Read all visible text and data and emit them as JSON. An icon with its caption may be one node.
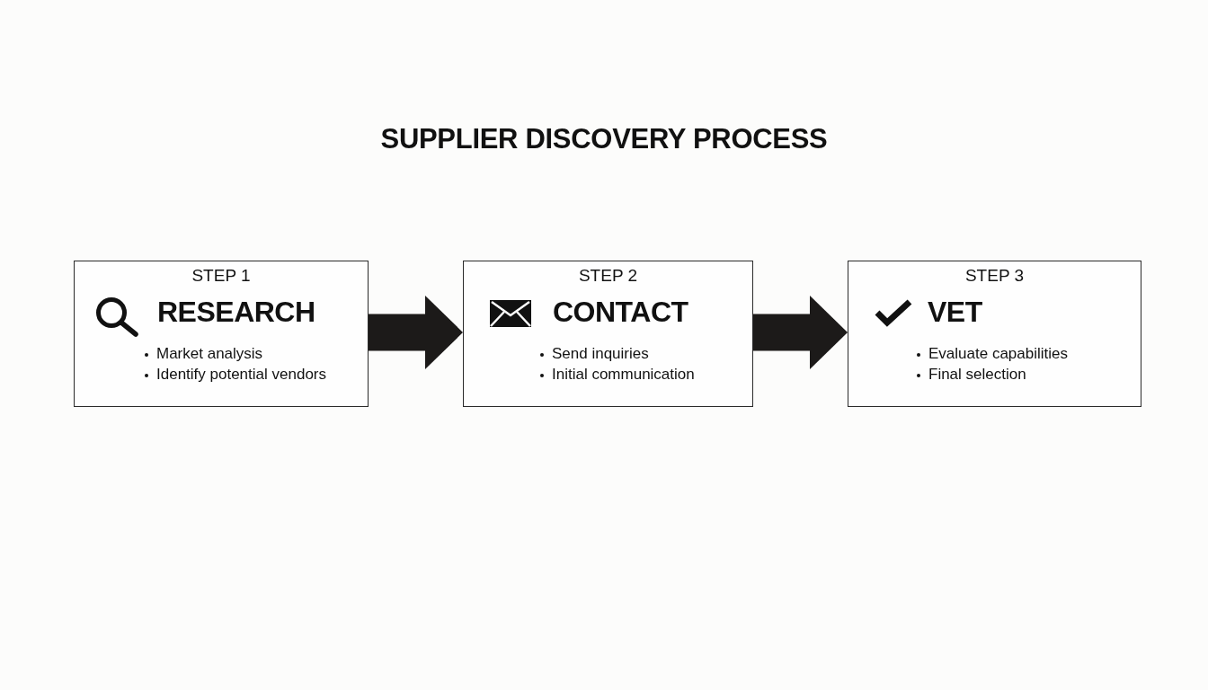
{
  "diagram": {
    "title": "SUPPLIER DISCOVERY PROCESS",
    "nodes": [
      {
        "text": [
          "STEP 1",
          "RESEARCH",
          "Market analysis",
          "Identify potential vendors"
        ]
      },
      {
        "text": [
          "STEP 2",
          "CONTACT",
          "Send inquiries",
          "Initial communication"
        ]
      },
      {
        "text": [
          "STEP 3",
          "VET",
          "Evaluate capabilities",
          "Final selection"
        ]
      }
    ],
    "edges": [
      {
        "from": 0,
        "to": 1,
        "arrow": "to"
      },
      {
        "from": 1,
        "to": 2,
        "arrow": "to"
      }
    ]
  }
}
